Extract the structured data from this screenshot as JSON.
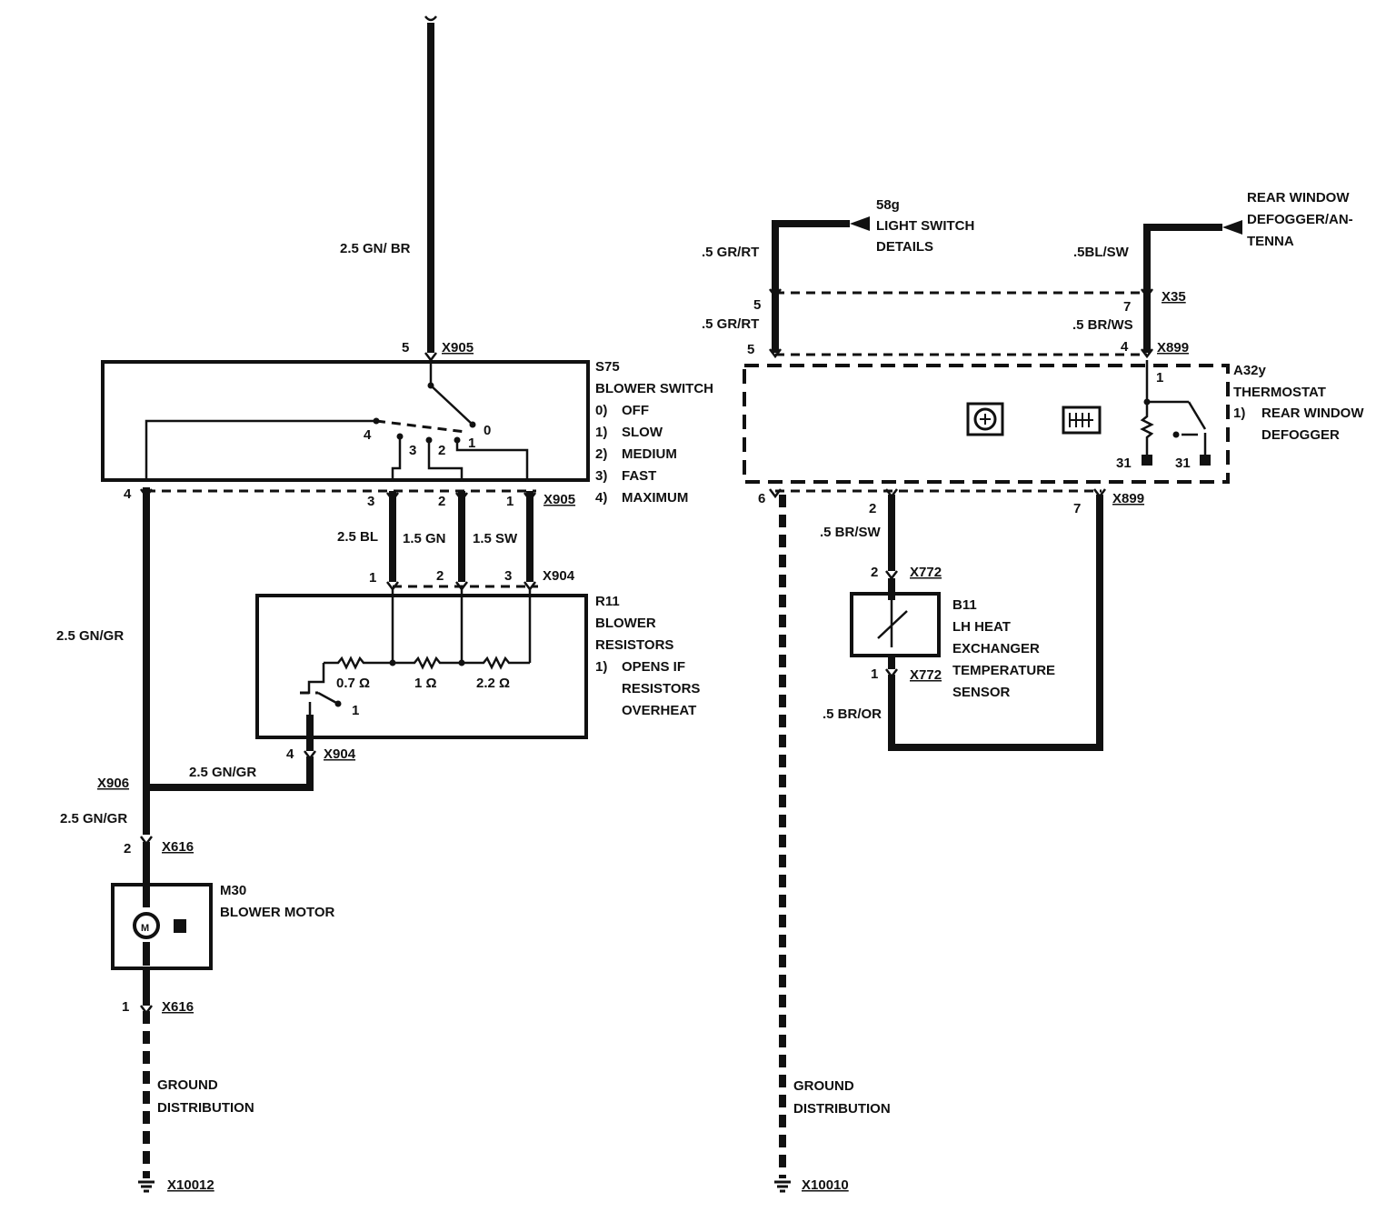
{
  "labels": {
    "w_top": "2.5 GN/ BR",
    "pin_top_5": "5",
    "x905_top": "X905",
    "s75": "S75",
    "blower_switch": "BLOWER SWITCH",
    "pos0": "0)",
    "pos0_txt": "OFF",
    "pos1": "1)",
    "pos1_txt": "SLOW",
    "pos2": "2)",
    "pos2_txt": "MEDIUM",
    "pos3": "3)",
    "pos3_txt": "FAST",
    "pos4": "4)",
    "pos4_txt": "MAXIMUM",
    "sw_4": "4",
    "sw_3": "3",
    "sw_2": "2",
    "sw_1": "1",
    "sw_0": "0",
    "pin_b4": "4",
    "pin_b3": "3",
    "pin_b2": "2",
    "pin_b1": "1",
    "x905_bot": "X905",
    "w_25bl": "2.5 BL",
    "w_15gn": "1.5 GN",
    "w_15sw": "1.5 SW",
    "r_pin1": "1",
    "r_pin2": "2",
    "r_pin3": "3",
    "x904_top": "X904",
    "r11": "R11",
    "blower_resistors_1": "BLOWER",
    "blower_resistors_2": "RESISTORS",
    "note_1": "1)",
    "note_opens": "OPENS IF",
    "note_resistors": "RESISTORS",
    "note_overheat": "OVERHEAT",
    "r07": "0.7 Ω",
    "r1": "1 Ω",
    "r22": "2.2 Ω",
    "r_note_1": "1",
    "w_left_gngr": "2.5 GN/GR",
    "pin_x904_4": "4",
    "x904_bot": "X904",
    "x906": "X906",
    "w_mid_gngr": "2.5 GN/GR",
    "w_low_gngr": "2.5 GN/GR",
    "pin_x616_2": "2",
    "x616_top": "X616",
    "m30": "M30",
    "blower_motor": "BLOWER MOTOR",
    "motor_m": "M",
    "pin_x616_1": "1",
    "x616_bot": "X616",
    "ground_l1": "GROUND",
    "ground_l2": "DISTRIBUTION",
    "x10012": "X10012",
    "light_58g": "58g",
    "light_switch": "LIGHT SWITCH",
    "light_details": "DETAILS",
    "w_grrt_top": ".5 GR/RT",
    "pin_x35_5": "5",
    "w_grrt_mid": ".5 GR/RT",
    "pin_x899_5": "5",
    "rear_window": "REAR WINDOW",
    "defogger_an": "DEFOGGER/AN-",
    "tenna": "TENNA",
    "w_blsw": ".5BL/SW",
    "x35": "X35",
    "pin_x35_7": "7",
    "w_brws": ".5 BR/WS",
    "pin_x899_4": "4",
    "x899_top": "X899",
    "a32y": "A32y",
    "thermostat": "THERMOSTAT",
    "therm_note": "1)",
    "therm_rear": "REAR WINDOW",
    "therm_defogger": "DEFOGGER",
    "therm_pin1": "1",
    "therm_31a": "31",
    "therm_31b": "31",
    "pin_th_6": "6",
    "pin_th_2": "2",
    "pin_th_7": "7",
    "x899_bot": "X899",
    "w_brsw": ".5 BR/SW",
    "pin_x772_2": "2",
    "x772_top": "X772",
    "b11": "B11",
    "lh_heat": "LH HEAT",
    "exchanger": "EXCHANGER",
    "temperature": "TEMPERATURE",
    "sensor": "SENSOR",
    "pin_x772_1": "1",
    "x772_bot": "X772",
    "w_bror": ".5 BR/OR",
    "ground_r1": "GROUND",
    "ground_r2": "DISTRIBUTION",
    "x10010": "X10010"
  }
}
